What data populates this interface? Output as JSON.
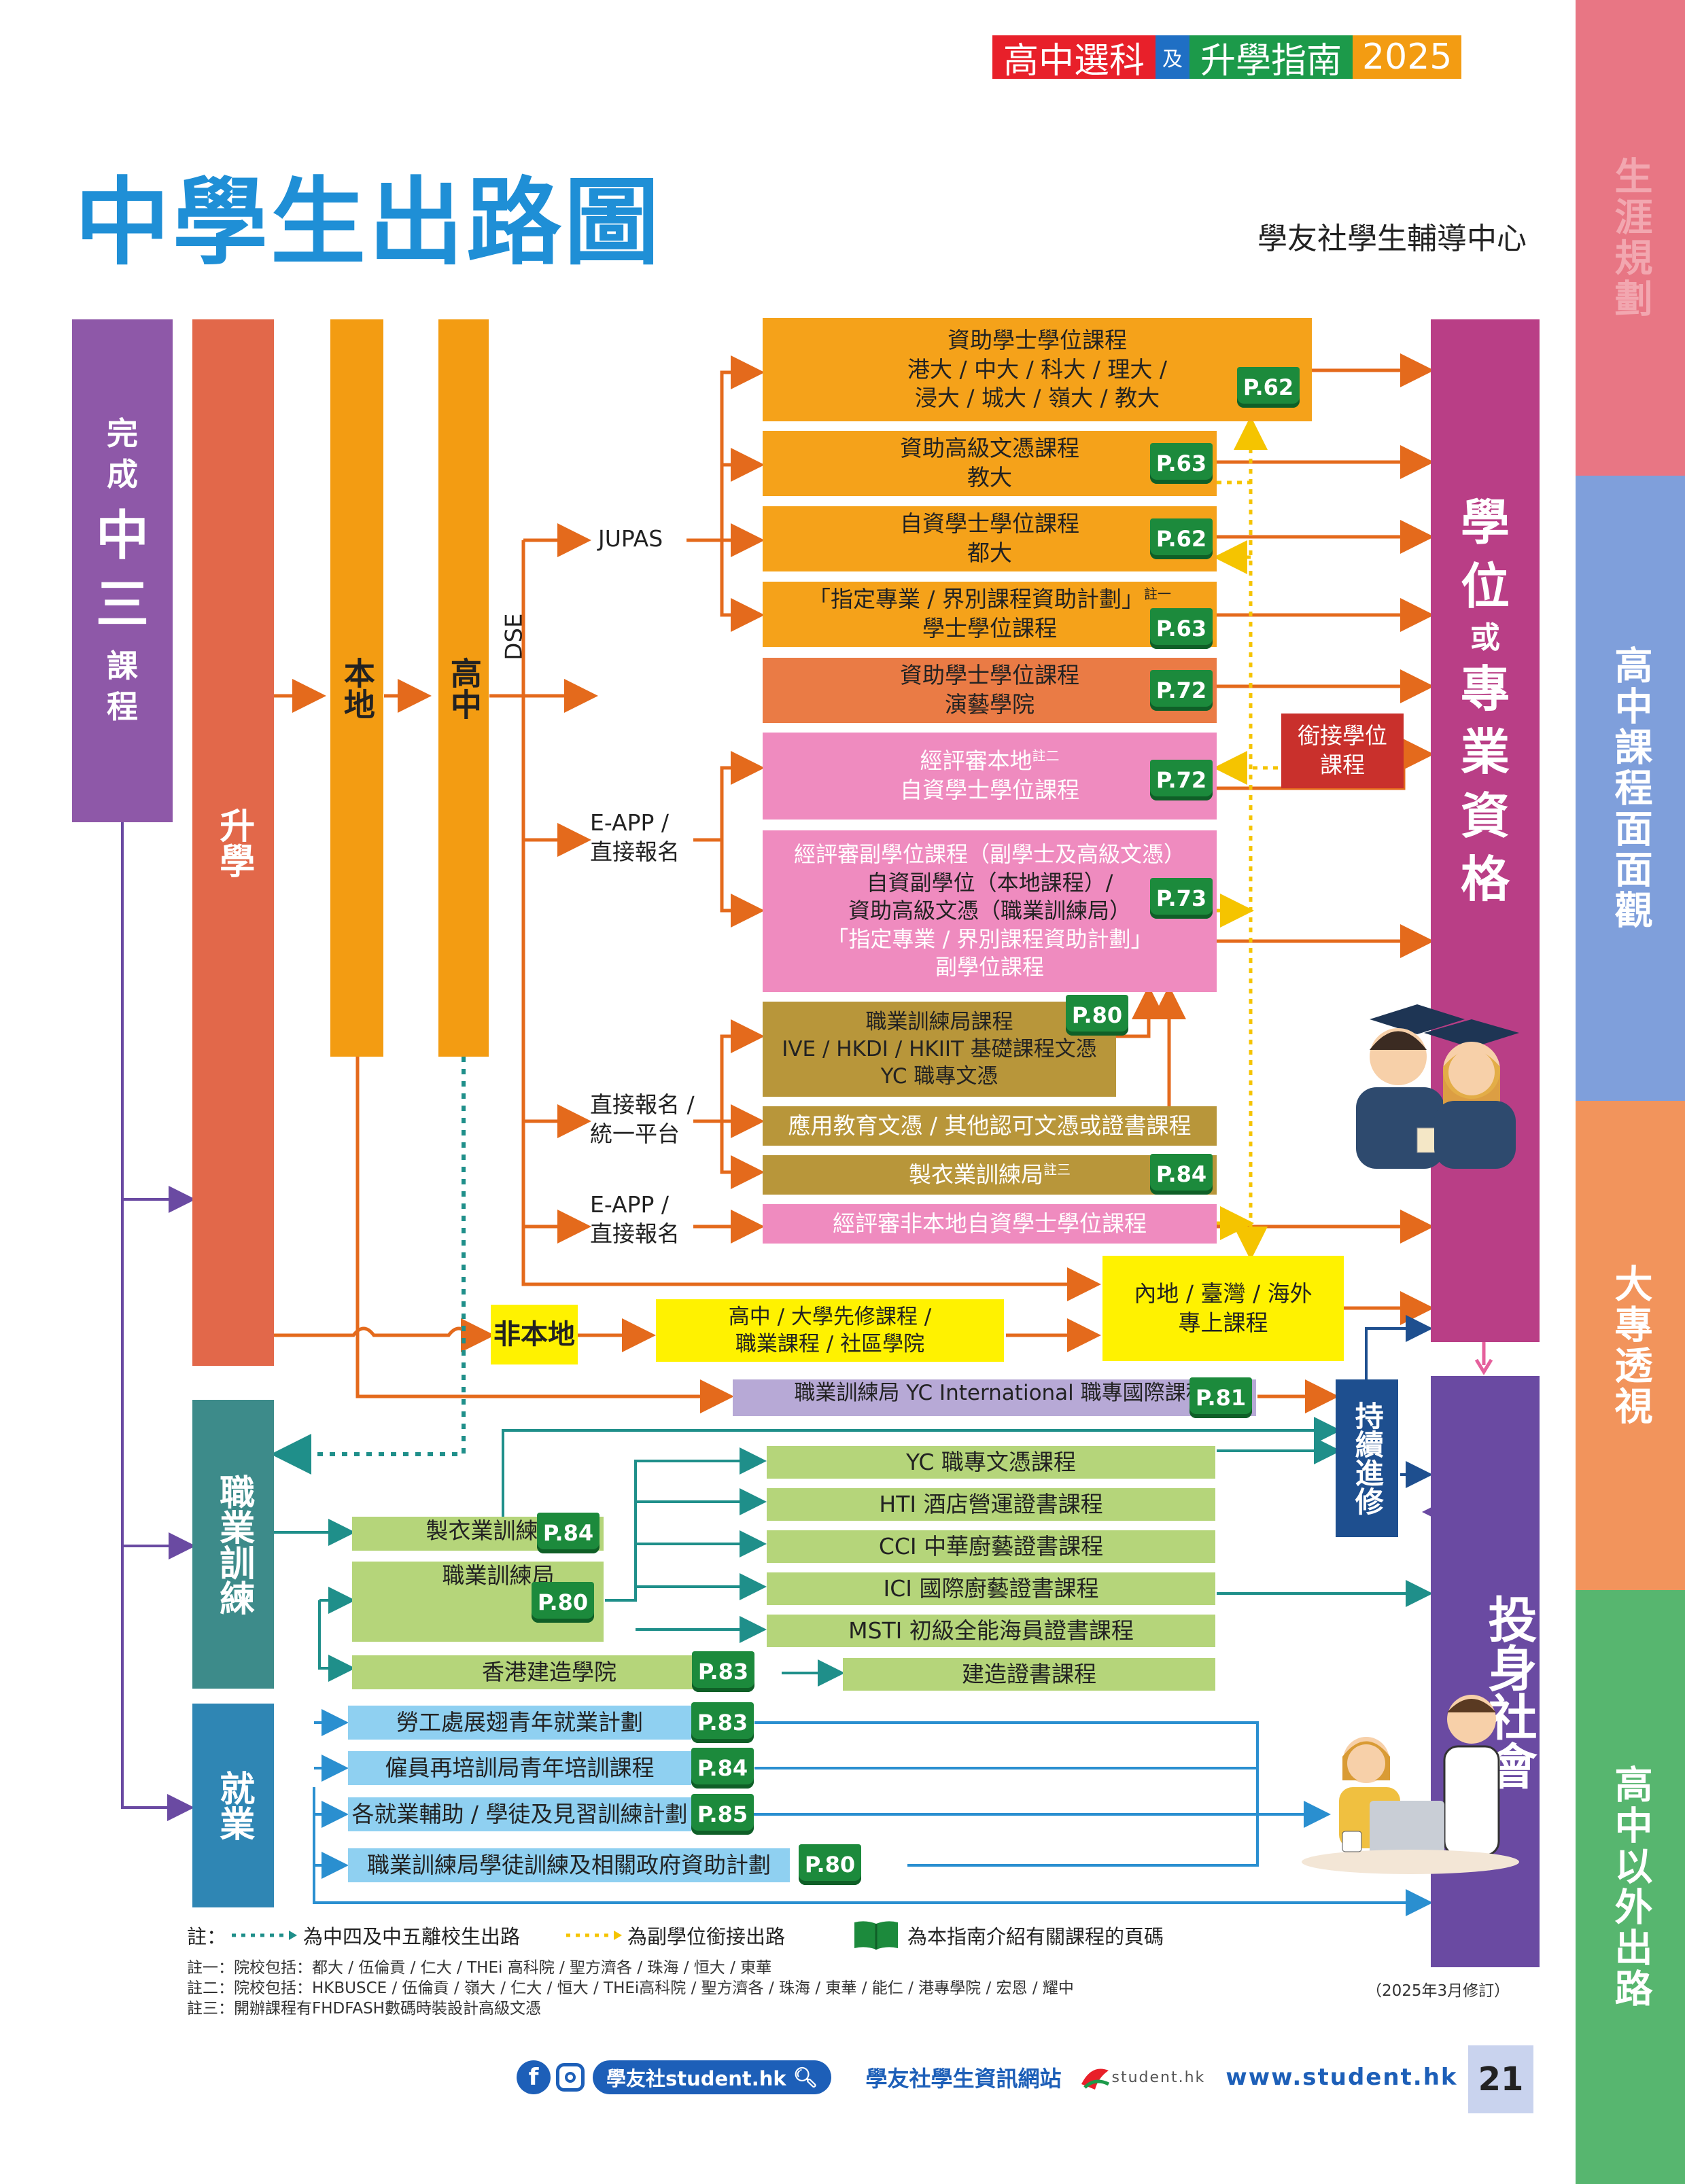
{
  "header": {
    "part1": "高中選科",
    "part2": "及",
    "part3": "升學指南",
    "year": "2025"
  },
  "title": "中學生出路圖",
  "org": "學友社學生輔導中心",
  "side_tabs": [
    "生涯規劃",
    "高中課程面面觀",
    "大專透視",
    "高中以外出路"
  ],
  "start": {
    "small1": "完",
    "small2": "成",
    "big1": "中",
    "big2": "三",
    "small3": "課",
    "small4": "程"
  },
  "columns": {
    "further_study": "升學",
    "local": "本地",
    "senior": "高中",
    "dse": "DSE",
    "vocational": "職業訓練",
    "employment": "就業"
  },
  "channels": {
    "jupas": "JUPAS",
    "eapp1_a": "E-APP /",
    "eapp1_b": "直接報名",
    "direct_a": "直接報名 /",
    "direct_b": "統一平台",
    "eapp2_a": "E-APP /",
    "eapp2_b": "直接報名",
    "nonlocal": "非本地"
  },
  "boxes": {
    "b1": {
      "title": "資助學士學位課程",
      "l1": "港大 / 中大 / 科大 / 理大 /",
      "l2": "浸大 / 城大 / 嶺大 / 教大",
      "page": "P.62"
    },
    "b2": {
      "title": "資助高級文憑課程",
      "l1": "教大",
      "page": "P.63"
    },
    "b3": {
      "title": "自資學士學位課程",
      "l1": "都大",
      "page": "P.62"
    },
    "b4": {
      "title": "「指定專業 / 界別課程資助計劃」",
      "sup": "註一",
      "l1": "學士學位課程",
      "page": "P.63"
    },
    "b5": {
      "title": "資助學士學位課程",
      "l1": "演藝學院",
      "page": "P.72"
    },
    "b6": {
      "title": "經評審本地",
      "sup": "註二",
      "l1": "自資學士學位課程",
      "page": "P.72"
    },
    "b7": {
      "title": "經評審副學位課程（副學士及高級文憑）",
      "l1": "自資副學位（本地課程）/",
      "l2": "資助高級文憑（職業訓練局）",
      "l3": "「指定專業 / 界別課程資助計劃」",
      "l4": "副學位課程",
      "page": "P.73"
    },
    "b8": {
      "title": "職業訓練局課程",
      "l1": "IVE / HKDI / HKIIT 基礎課程文憑",
      "l2": "YC 職專文憑",
      "page": "P.80"
    },
    "b9": {
      "title": "應用教育文憑 / 其他認可文憑或證書課程"
    },
    "b10": {
      "title": "製衣業訓練局",
      "sup": "註三",
      "page": "P.84"
    },
    "b11": {
      "title": "經評審非本地自資學士學位課程"
    },
    "bridge": {
      "l1": "銜接學位",
      "l2": "課程"
    },
    "mainland": {
      "l1": "內地 / 臺灣 / 海外",
      "l2": "專上課程"
    },
    "pre_uni": {
      "l1": "高中 / 大學先修課程 /",
      "l2": "職業課程 / 社區學院"
    },
    "yci": {
      "title": "職業訓練局 YC International 職專國際課程",
      "page": "P.81"
    }
  },
  "outcomes": {
    "degree": {
      "c1": "學",
      "c2": "位",
      "c3": "或",
      "c4": "專",
      "c5": "業",
      "c6": "資",
      "c7": "格"
    },
    "society": "投身社會",
    "continue": "持續進修"
  },
  "vocational": {
    "clothing": {
      "label": "製衣業訓練局",
      "page": "P.84"
    },
    "vtc": {
      "label": "職業訓練局",
      "page": "P.80"
    },
    "cic": {
      "label": "香港建造學院",
      "page": "P.83"
    },
    "courses": [
      "YC 職專文憑課程",
      "HTI 酒店營運證書課程",
      "CCI 中華廚藝證書課程",
      "ICI 國際廚藝證書課程",
      "MSTI 初級全能海員證書課程"
    ],
    "construction": "建造證書課程"
  },
  "employment": [
    {
      "label": "勞工處展翅青年就業計劃",
      "page": "P.83"
    },
    {
      "label": "僱員再培訓局青年培訓課程",
      "page": "P.84"
    },
    {
      "label": "各就業輔助 / 學徒及見習訓練計劃",
      "page": "P.85"
    },
    {
      "label": "職業訓練局學徒訓練及相關政府資助計劃",
      "page": "P.80"
    }
  ],
  "legend": {
    "prefix": "註：",
    "teal": "為中四及中五離校生出路",
    "yellow": "為副學位銜接出路",
    "book": "為本指南介紹有關課程的頁碼"
  },
  "notes": [
    "註一：院校包括：都大 / 伍倫貢 / 仁大 / THEi 高科院 / 聖方濟各 / 珠海 / 恒大 / 東華",
    "註二：院校包括：HKBUSCE / 伍倫貢 / 嶺大 / 仁大 / 恒大 / THEi高科院 / 聖方濟各 / 珠海 / 東華 / 能仁 / 港專學院 / 宏恩 / 耀中",
    "註三：開辦課程有FHDFASH數碼時裝設計高級文憑"
  ],
  "revised": "（2025年3月修訂）",
  "footer": {
    "social": "學友社student.hk",
    "site_name": "學友社學生資訊網站",
    "logo_text": "student.hk",
    "url": "www.student.hk",
    "page_no": "21"
  },
  "colors": {
    "orange": "#f39c12",
    "blue_title": "#1f8fd6",
    "purple": "#8e58a8",
    "pink": "#ef8bbf",
    "olive": "#b8963a",
    "teal": "#3d8b8a",
    "sky": "#7fc4ea",
    "green_box": "#b5d57a",
    "yellow": "#fff200",
    "magenta": "#b93e86"
  }
}
